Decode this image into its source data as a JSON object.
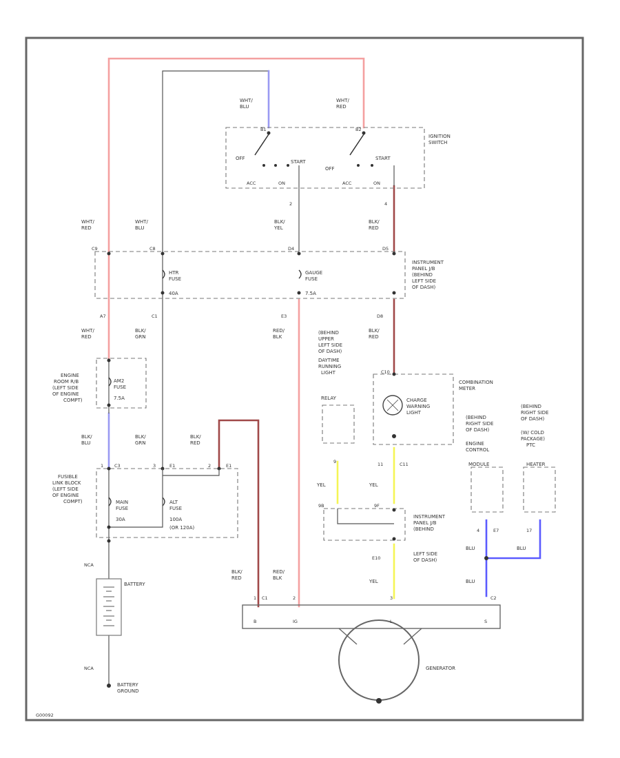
{
  "colors": {
    "red": "#f4a0a0",
    "wht_red": "#f2b0b0",
    "blu": "#9a9af2",
    "bright_blue": "#5a5aff",
    "gray": "#9a9a9a",
    "brown_red": "#a04848",
    "yellow": "#f5f555",
    "frame": "#666666"
  },
  "ignition_switch": {
    "label_line1": "IGNITION",
    "label_line2": "SWITCH",
    "left_wire_top": [
      "WHT/",
      "BLU"
    ],
    "right_wire_top": [
      "WHT/",
      "RED"
    ],
    "pins": [
      "B1",
      "B2",
      "ACC",
      "ON",
      "ACC",
      "ON"
    ],
    "positions": [
      "OFF",
      "START",
      "OFF",
      "START"
    ],
    "below_pins": [
      "2",
      "4"
    ]
  },
  "wires": {
    "top_left_1": [
      "WHT/",
      "RED"
    ],
    "top_left_2": [
      "WHT/",
      "BLU"
    ],
    "mid_1": [
      "BLK/",
      "YEL"
    ],
    "mid_2": [
      "BLK/",
      "RED"
    ]
  },
  "instrument_panel_jb": {
    "label": [
      "INSTRUMENT",
      "PANEL J/B",
      "(BEHIND",
      "LEFT SIDE",
      "OF DASH)"
    ],
    "pins_top": [
      "C9",
      "C8",
      "D4",
      "D5"
    ],
    "fuse_1": [
      "HTR",
      "FUSE",
      "40A"
    ],
    "fuse_2": [
      "GAUGE",
      "FUSE",
      "7.5A"
    ],
    "pins_bottom": [
      "A7",
      "C1",
      "E3",
      "D8"
    ]
  },
  "lower_wires": {
    "w1": [
      "WHT/",
      "RED"
    ],
    "w2": [
      "BLK/",
      "GRN"
    ],
    "w3": [
      "RED/",
      "BLK"
    ],
    "w4": [
      "BLK/",
      "RED"
    ]
  },
  "engine_room_rb": {
    "label": [
      "ENGINE",
      "ROOM R/B",
      "(LEFT SIDE",
      "OF ENGINE",
      "COMPT)"
    ],
    "fuse": [
      "AM2",
      "FUSE",
      "7.5A"
    ]
  },
  "drl_relay": {
    "label": [
      "(BEHIND",
      "UPPER",
      "LEFT SIDE",
      "OF DASH)",
      "DAYTIME",
      "RUNNING",
      "LIGHT",
      "RELAY"
    ],
    "pin": "9",
    "wire": "YEL"
  },
  "combination_meter": {
    "label": [
      "COMBINATION",
      "METER"
    ],
    "pins": [
      "C10",
      "C10",
      "C11",
      "11"
    ],
    "lamp": [
      "CHARGE",
      "WARNING",
      "LIGHT"
    ],
    "wire": "YEL"
  },
  "ecm": {
    "label": [
      "(BEHIND",
      "RIGHT SIDE",
      "OF DASH)",
      "ENGINE",
      "CONTROL",
      "MODULE"
    ],
    "pin_num": "4",
    "pin_code": "E7"
  },
  "ptc": {
    "label": [
      "(BEHIND",
      "RIGHT SIDE",
      "OF DASH)",
      "(W/ COLD",
      "PACKAGE)",
      "PTC",
      "HEATER"
    ],
    "pin": "17",
    "wire": "BLU"
  },
  "fusible_link": {
    "label": [
      "FUSIBLE",
      "LINK BLOCK",
      "(LEFT SIDE",
      "OF ENGINE",
      "COMPT)"
    ],
    "wire_1": [
      "BLK/",
      "BLU"
    ],
    "wire_2": [
      "BLK/",
      "GRN"
    ],
    "wire_3": [
      "BLK/",
      "RED"
    ],
    "pins": [
      "C3",
      "E1",
      "E1",
      "1",
      "3",
      "2"
    ],
    "fuse_1": [
      "MAIN",
      "FUSE",
      "30A"
    ],
    "fuse_2": [
      "ALT",
      "FUSE",
      "100A",
      "(OR 120A)"
    ]
  },
  "ipjb_lower": {
    "label": [
      "INSTRUMENT",
      "PANEL J/B",
      "(BEHIND",
      "LEFT SIDE",
      "OF DASH)"
    ],
    "pins": [
      "9B",
      "9F",
      "E10"
    ],
    "wire_left": "YEL",
    "wire_right": "YEL"
  },
  "battery": {
    "label": "BATTERY",
    "neg_label": "NCA",
    "pos_label": "NCA",
    "ground": [
      "BATTERY",
      "GROUND"
    ]
  },
  "generator": {
    "label": "GENERATOR",
    "terminals": [
      "B",
      "IG",
      "L",
      "S"
    ],
    "pins": [
      "1",
      "C1",
      "2",
      "3",
      "C2"
    ],
    "wires": {
      "w1": [
        "BLK/",
        "RED"
      ],
      "w2": [
        "RED/",
        "BLK"
      ],
      "w3": "YEL",
      "w4": "BLU"
    }
  },
  "footer_code": "G00092"
}
